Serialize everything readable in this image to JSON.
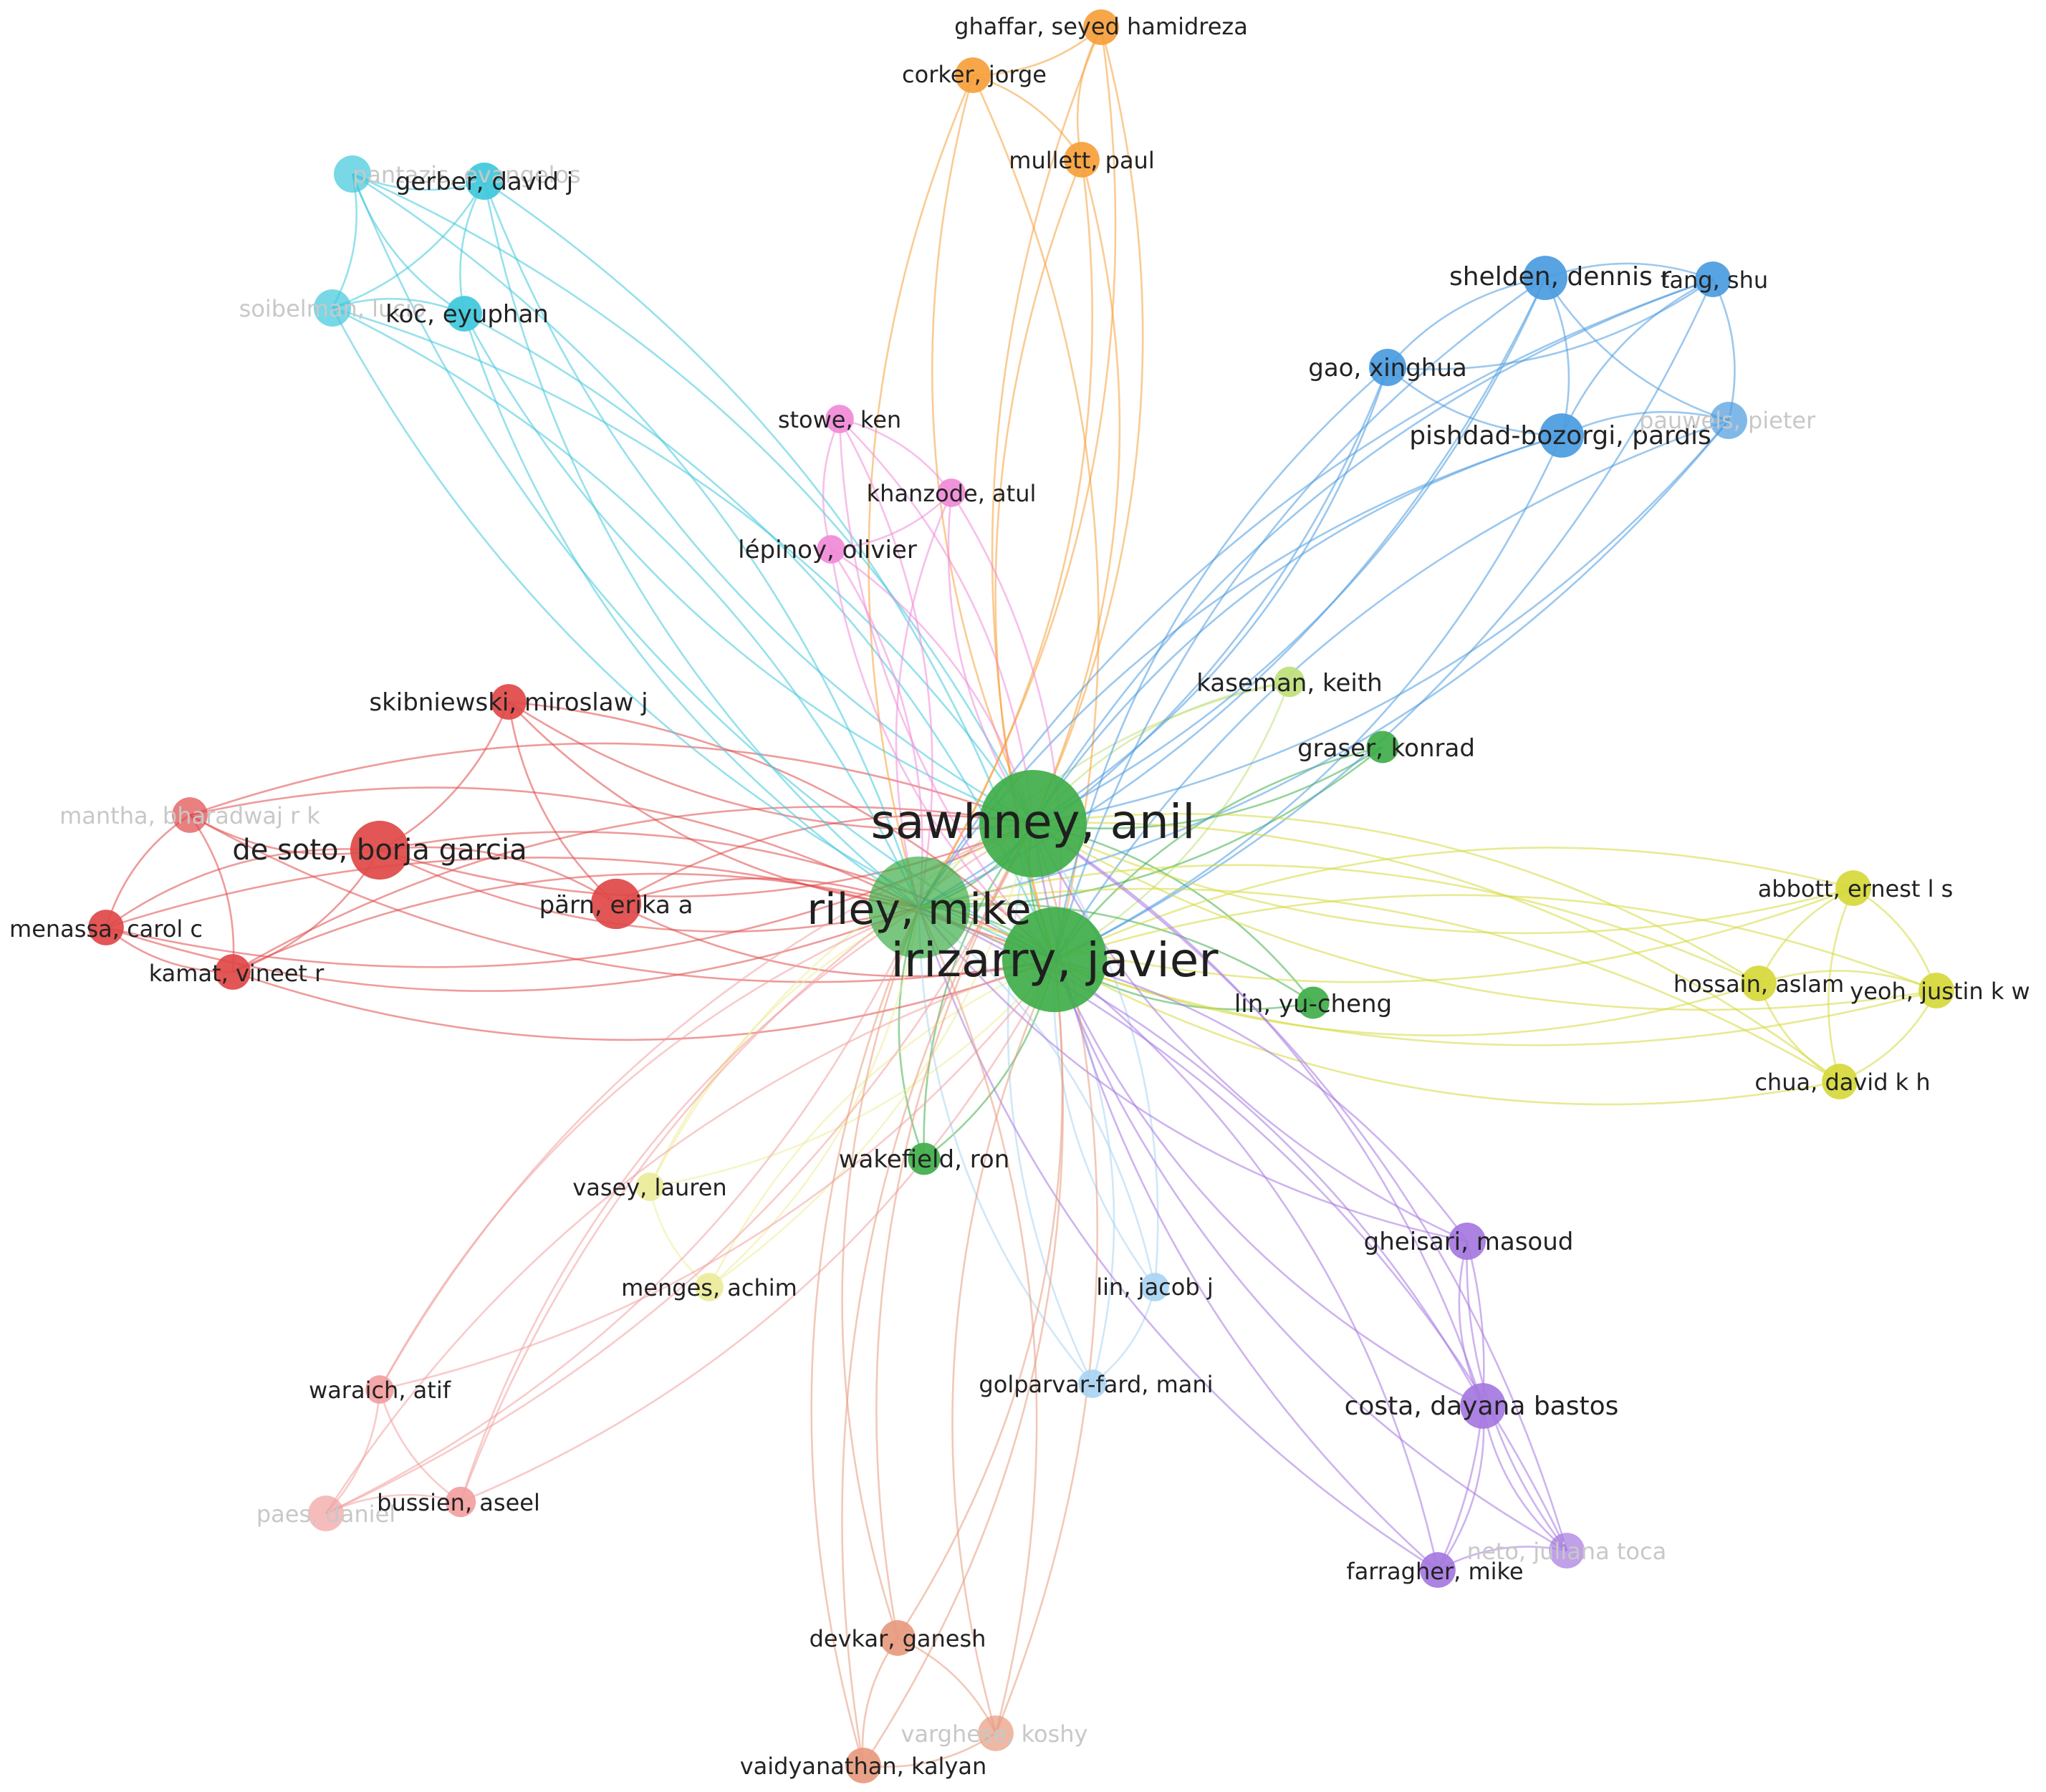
{
  "network": {
    "clusters": [
      {
        "id": "green",
        "color": "#3fae49"
      },
      {
        "id": "red",
        "color": "#e04848"
      },
      {
        "id": "cyan",
        "color": "#3fc8dc"
      },
      {
        "id": "orange",
        "color": "#f6a03a"
      },
      {
        "id": "blue",
        "color": "#4a9be0"
      },
      {
        "id": "pink",
        "color": "#f08ad8"
      },
      {
        "id": "yellow",
        "color": "#d6d83a"
      },
      {
        "id": "purple",
        "color": "#a577e0"
      },
      {
        "id": "peach",
        "color": "#e79a7e"
      },
      {
        "id": "lightblue",
        "color": "#a9d4f2"
      },
      {
        "id": "yellowgreen",
        "color": "#bfe07a"
      },
      {
        "id": "salmon",
        "color": "#f2a0a0"
      },
      {
        "id": "lightyellow",
        "color": "#ecec9a"
      }
    ],
    "nodes": [
      {
        "id": "sawhney",
        "label": "sawhney, anil",
        "cluster": "green",
        "weight": 100,
        "faded": false
      },
      {
        "id": "irizarry",
        "label": "irizarry, javier",
        "cluster": "green",
        "weight": 95,
        "faded": false
      },
      {
        "id": "riley",
        "label": "riley, mike",
        "cluster": "green",
        "weight": 90,
        "faded": true
      },
      {
        "id": "kaseman",
        "label": "kaseman, keith",
        "cluster": "yellowgreen",
        "weight": 8,
        "faded": false
      },
      {
        "id": "graser",
        "label": "graser, konrad",
        "cluster": "green",
        "weight": 9,
        "faded": false
      },
      {
        "id": "linyu",
        "label": "lin, yu-cheng",
        "cluster": "green",
        "weight": 9,
        "faded": false
      },
      {
        "id": "wakefield",
        "label": "wakefield, ron",
        "cluster": "green",
        "weight": 9,
        "faded": false
      },
      {
        "id": "desoto",
        "label": "de soto, borja garcia",
        "cluster": "red",
        "weight": 30,
        "faded": false
      },
      {
        "id": "parn",
        "label": "pärn, erika a",
        "cluster": "red",
        "weight": 22,
        "faded": false
      },
      {
        "id": "skib",
        "label": "skibniewski, miroslaw j",
        "cluster": "red",
        "weight": 11,
        "faded": false
      },
      {
        "id": "mantha",
        "label": "mantha, bharadwaj r k",
        "cluster": "red",
        "weight": 11,
        "faded": true
      },
      {
        "id": "menassa",
        "label": "menassa, carol c",
        "cluster": "red",
        "weight": 11,
        "faded": false
      },
      {
        "id": "kamat",
        "label": "kamat, vineet r",
        "cluster": "red",
        "weight": 11,
        "faded": false
      },
      {
        "id": "pantazis",
        "label": "pantazis, evangelos",
        "cluster": "cyan",
        "weight": 12,
        "faded": true
      },
      {
        "id": "gerber",
        "label": "gerber, david j",
        "cluster": "cyan",
        "weight": 12,
        "faded": false
      },
      {
        "id": "soibelman",
        "label": "soibelman, lucio",
        "cluster": "cyan",
        "weight": 12,
        "faded": true
      },
      {
        "id": "koc",
        "label": "koc, eyuphan",
        "cluster": "cyan",
        "weight": 11,
        "faded": false
      },
      {
        "id": "ghaffar",
        "label": "ghaffar, seyed hamidreza",
        "cluster": "orange",
        "weight": 11,
        "faded": false
      },
      {
        "id": "corker",
        "label": "corker, jorge",
        "cluster": "orange",
        "weight": 11,
        "faded": false
      },
      {
        "id": "mullett",
        "label": "mullett, paul",
        "cluster": "orange",
        "weight": 11,
        "faded": false
      },
      {
        "id": "shelden",
        "label": "shelden, dennis r",
        "cluster": "blue",
        "weight": 17,
        "faded": false
      },
      {
        "id": "tang",
        "label": "tang, shu",
        "cluster": "blue",
        "weight": 11,
        "faded": false
      },
      {
        "id": "gao",
        "label": "gao, xinghua",
        "cluster": "blue",
        "weight": 12,
        "faded": false
      },
      {
        "id": "pishdad",
        "label": "pishdad-bozorgi, pardis",
        "cluster": "blue",
        "weight": 17,
        "faded": false
      },
      {
        "id": "pauwels",
        "label": "pauwels, pieter",
        "cluster": "blue",
        "weight": 12,
        "faded": true
      },
      {
        "id": "stowe",
        "label": "stowe, ken",
        "cluster": "pink",
        "weight": 7,
        "faded": false
      },
      {
        "id": "khanzode",
        "label": "khanzode, atul",
        "cluster": "pink",
        "weight": 7,
        "faded": false
      },
      {
        "id": "lepinoy",
        "label": "lépinoy, olivier",
        "cluster": "pink",
        "weight": 7,
        "faded": false
      },
      {
        "id": "abbott",
        "label": "abbott, ernest l s",
        "cluster": "yellow",
        "weight": 11,
        "faded": false
      },
      {
        "id": "hossain",
        "label": "hossain, aslam",
        "cluster": "yellow",
        "weight": 11,
        "faded": false
      },
      {
        "id": "yeoh",
        "label": "yeoh, justin k w",
        "cluster": "yellow",
        "weight": 11,
        "faded": false
      },
      {
        "id": "chua",
        "label": "chua, david k h",
        "cluster": "yellow",
        "weight": 11,
        "faded": false
      },
      {
        "id": "vasey",
        "label": "vasey, lauren",
        "cluster": "lightyellow",
        "weight": 7,
        "faded": false
      },
      {
        "id": "menges",
        "label": "menges, achim",
        "cluster": "lightyellow",
        "weight": 7,
        "faded": false
      },
      {
        "id": "linjacob",
        "label": "lin, jacob j",
        "cluster": "lightblue",
        "weight": 7,
        "faded": false
      },
      {
        "id": "golparvar",
        "label": "golparvar-fard, mani",
        "cluster": "lightblue",
        "weight": 7,
        "faded": false
      },
      {
        "id": "gheisari",
        "label": "gheisari, masoud",
        "cluster": "purple",
        "weight": 12,
        "faded": false
      },
      {
        "id": "costa",
        "label": "costa, dayana bastos",
        "cluster": "purple",
        "weight": 18,
        "faded": false
      },
      {
        "id": "farragher",
        "label": "farragher, mike",
        "cluster": "purple",
        "weight": 11,
        "faded": false
      },
      {
        "id": "tocaneiro",
        "label": "neto, juliana toca",
        "cluster": "purple",
        "weight": 11,
        "faded": true
      },
      {
        "id": "waraich",
        "label": "waraich, atif",
        "cluster": "salmon",
        "weight": 7,
        "faded": false
      },
      {
        "id": "paes",
        "label": "paes, daniel",
        "cluster": "salmon",
        "weight": 11,
        "faded": true
      },
      {
        "id": "bussien",
        "label": "bussien, aseel",
        "cluster": "salmon",
        "weight": 8,
        "faded": false
      },
      {
        "id": "devkar",
        "label": "devkar, ganesh",
        "cluster": "peach",
        "weight": 11,
        "faded": false
      },
      {
        "id": "varghese",
        "label": "varghese, koshy",
        "cluster": "peach",
        "weight": 11,
        "faded": true
      },
      {
        "id": "vaidyanathan",
        "label": "vaidyanathan, kalyan",
        "cluster": "peach",
        "weight": 11,
        "faded": false
      }
    ],
    "edges": [
      [
        "sawhney",
        "irizarry"
      ],
      [
        "sawhney",
        "riley"
      ],
      [
        "irizarry",
        "riley"
      ],
      [
        "sawhney",
        "kaseman"
      ],
      [
        "irizarry",
        "kaseman"
      ],
      [
        "riley",
        "kaseman"
      ],
      [
        "sawhney",
        "graser"
      ],
      [
        "irizarry",
        "graser"
      ],
      [
        "riley",
        "graser"
      ],
      [
        "sawhney",
        "linyu"
      ],
      [
        "irizarry",
        "linyu"
      ],
      [
        "riley",
        "linyu"
      ],
      [
        "sawhney",
        "wakefield"
      ],
      [
        "irizarry",
        "wakefield"
      ],
      [
        "riley",
        "wakefield"
      ],
      [
        "sawhney",
        "desoto"
      ],
      [
        "irizarry",
        "desoto"
      ],
      [
        "riley",
        "desoto"
      ],
      [
        "sawhney",
        "parn"
      ],
      [
        "irizarry",
        "parn"
      ],
      [
        "riley",
        "parn"
      ],
      [
        "sawhney",
        "skib"
      ],
      [
        "irizarry",
        "skib"
      ],
      [
        "riley",
        "skib"
      ],
      [
        "sawhney",
        "mantha"
      ],
      [
        "irizarry",
        "mantha"
      ],
      [
        "riley",
        "mantha"
      ],
      [
        "sawhney",
        "menassa"
      ],
      [
        "irizarry",
        "menassa"
      ],
      [
        "riley",
        "menassa"
      ],
      [
        "sawhney",
        "kamat"
      ],
      [
        "irizarry",
        "kamat"
      ],
      [
        "riley",
        "kamat"
      ],
      [
        "desoto",
        "mantha"
      ],
      [
        "desoto",
        "menassa"
      ],
      [
        "desoto",
        "kamat"
      ],
      [
        "desoto",
        "skib"
      ],
      [
        "desoto",
        "parn"
      ],
      [
        "mantha",
        "menassa"
      ],
      [
        "mantha",
        "kamat"
      ],
      [
        "menassa",
        "kamat"
      ],
      [
        "parn",
        "skib"
      ],
      [
        "sawhney",
        "pantazis"
      ],
      [
        "irizarry",
        "pantazis"
      ],
      [
        "riley",
        "pantazis"
      ],
      [
        "sawhney",
        "gerber"
      ],
      [
        "irizarry",
        "gerber"
      ],
      [
        "riley",
        "gerber"
      ],
      [
        "sawhney",
        "soibelman"
      ],
      [
        "irizarry",
        "soibelman"
      ],
      [
        "riley",
        "soibelman"
      ],
      [
        "sawhney",
        "koc"
      ],
      [
        "irizarry",
        "koc"
      ],
      [
        "riley",
        "koc"
      ],
      [
        "pantazis",
        "gerber"
      ],
      [
        "pantazis",
        "soibelman"
      ],
      [
        "pantazis",
        "koc"
      ],
      [
        "gerber",
        "soibelman"
      ],
      [
        "gerber",
        "koc"
      ],
      [
        "soibelman",
        "koc"
      ],
      [
        "sawhney",
        "ghaffar"
      ],
      [
        "irizarry",
        "ghaffar"
      ],
      [
        "riley",
        "ghaffar"
      ],
      [
        "sawhney",
        "corker"
      ],
      [
        "irizarry",
        "corker"
      ],
      [
        "riley",
        "corker"
      ],
      [
        "sawhney",
        "mullett"
      ],
      [
        "irizarry",
        "mullett"
      ],
      [
        "riley",
        "mullett"
      ],
      [
        "ghaffar",
        "corker"
      ],
      [
        "ghaffar",
        "mullett"
      ],
      [
        "corker",
        "mullett"
      ],
      [
        "sawhney",
        "shelden"
      ],
      [
        "irizarry",
        "shelden"
      ],
      [
        "riley",
        "shelden"
      ],
      [
        "sawhney",
        "tang"
      ],
      [
        "irizarry",
        "tang"
      ],
      [
        "riley",
        "tang"
      ],
      [
        "sawhney",
        "gao"
      ],
      [
        "irizarry",
        "gao"
      ],
      [
        "riley",
        "gao"
      ],
      [
        "sawhney",
        "pishdad"
      ],
      [
        "irizarry",
        "pishdad"
      ],
      [
        "riley",
        "pishdad"
      ],
      [
        "sawhney",
        "pauwels"
      ],
      [
        "irizarry",
        "pauwels"
      ],
      [
        "riley",
        "pauwels"
      ],
      [
        "shelden",
        "tang"
      ],
      [
        "shelden",
        "gao"
      ],
      [
        "shelden",
        "pishdad"
      ],
      [
        "shelden",
        "pauwels"
      ],
      [
        "tang",
        "gao"
      ],
      [
        "tang",
        "pishdad"
      ],
      [
        "tang",
        "pauwels"
      ],
      [
        "gao",
        "pishdad"
      ],
      [
        "pishdad",
        "pauwels"
      ],
      [
        "sawhney",
        "stowe"
      ],
      [
        "irizarry",
        "stowe"
      ],
      [
        "riley",
        "stowe"
      ],
      [
        "sawhney",
        "khanzode"
      ],
      [
        "irizarry",
        "khanzode"
      ],
      [
        "riley",
        "khanzode"
      ],
      [
        "sawhney",
        "lepinoy"
      ],
      [
        "irizarry",
        "lepinoy"
      ],
      [
        "riley",
        "lepinoy"
      ],
      [
        "stowe",
        "khanzode"
      ],
      [
        "stowe",
        "lepinoy"
      ],
      [
        "khanzode",
        "lepinoy"
      ],
      [
        "sawhney",
        "abbott"
      ],
      [
        "irizarry",
        "abbott"
      ],
      [
        "riley",
        "abbott"
      ],
      [
        "sawhney",
        "hossain"
      ],
      [
        "irizarry",
        "hossain"
      ],
      [
        "riley",
        "hossain"
      ],
      [
        "sawhney",
        "yeoh"
      ],
      [
        "irizarry",
        "yeoh"
      ],
      [
        "riley",
        "yeoh"
      ],
      [
        "sawhney",
        "chua"
      ],
      [
        "irizarry",
        "chua"
      ],
      [
        "riley",
        "chua"
      ],
      [
        "abbott",
        "hossain"
      ],
      [
        "abbott",
        "yeoh"
      ],
      [
        "abbott",
        "chua"
      ],
      [
        "hossain",
        "yeoh"
      ],
      [
        "hossain",
        "chua"
      ],
      [
        "yeoh",
        "chua"
      ],
      [
        "sawhney",
        "vasey"
      ],
      [
        "irizarry",
        "vasey"
      ],
      [
        "riley",
        "vasey"
      ],
      [
        "sawhney",
        "menges"
      ],
      [
        "irizarry",
        "menges"
      ],
      [
        "riley",
        "menges"
      ],
      [
        "vasey",
        "menges"
      ],
      [
        "sawhney",
        "linjacob"
      ],
      [
        "irizarry",
        "linjacob"
      ],
      [
        "riley",
        "linjacob"
      ],
      [
        "sawhney",
        "golparvar"
      ],
      [
        "irizarry",
        "golparvar"
      ],
      [
        "riley",
        "golparvar"
      ],
      [
        "linjacob",
        "golparvar"
      ],
      [
        "sawhney",
        "gheisari"
      ],
      [
        "irizarry",
        "gheisari"
      ],
      [
        "riley",
        "gheisari"
      ],
      [
        "sawhney",
        "costa"
      ],
      [
        "irizarry",
        "costa"
      ],
      [
        "riley",
        "costa"
      ],
      [
        "sawhney",
        "farragher"
      ],
      [
        "irizarry",
        "farragher"
      ],
      [
        "riley",
        "farragher"
      ],
      [
        "sawhney",
        "tocaneiro"
      ],
      [
        "irizarry",
        "tocaneiro"
      ],
      [
        "riley",
        "tocaneiro"
      ],
      [
        "gheisari",
        "costa"
      ],
      [
        "gheisari",
        "farragher"
      ],
      [
        "gheisari",
        "tocaneiro"
      ],
      [
        "costa",
        "farragher"
      ],
      [
        "costa",
        "tocaneiro"
      ],
      [
        "farragher",
        "tocaneiro"
      ],
      [
        "sawhney",
        "waraich"
      ],
      [
        "irizarry",
        "waraich"
      ],
      [
        "riley",
        "waraich"
      ],
      [
        "sawhney",
        "paes"
      ],
      [
        "irizarry",
        "paes"
      ],
      [
        "riley",
        "paes"
      ],
      [
        "sawhney",
        "bussien"
      ],
      [
        "irizarry",
        "bussien"
      ],
      [
        "riley",
        "bussien"
      ],
      [
        "waraich",
        "paes"
      ],
      [
        "waraich",
        "bussien"
      ],
      [
        "paes",
        "bussien"
      ],
      [
        "sawhney",
        "devkar"
      ],
      [
        "irizarry",
        "devkar"
      ],
      [
        "riley",
        "devkar"
      ],
      [
        "sawhney",
        "varghese"
      ],
      [
        "irizarry",
        "varghese"
      ],
      [
        "riley",
        "varghese"
      ],
      [
        "sawhney",
        "vaidyanathan"
      ],
      [
        "irizarry",
        "vaidyanathan"
      ],
      [
        "riley",
        "vaidyanathan"
      ],
      [
        "devkar",
        "varghese"
      ],
      [
        "devkar",
        "vaidyanathan"
      ],
      [
        "varghese",
        "vaidyanathan"
      ]
    ]
  }
}
